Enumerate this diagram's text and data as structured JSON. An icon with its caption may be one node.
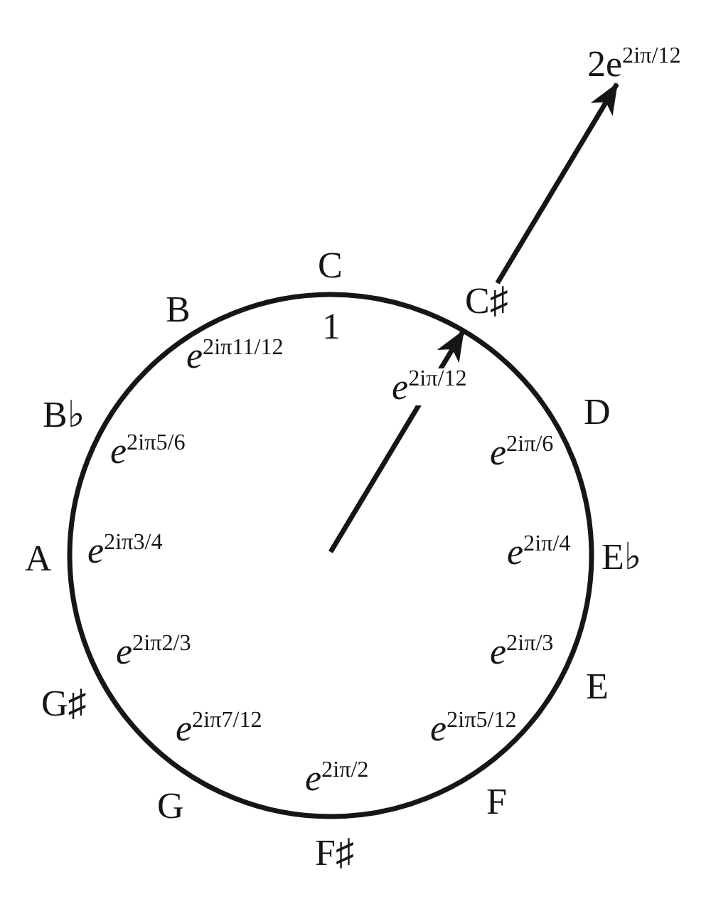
{
  "diagram": {
    "nodes": [
      {
        "text": [
          "2e$^{2iπ/12}$"
        ]
      },
      {
        "text": [
          "1",
          "*e*$^{2iπ11/12}$",
          "*e*$^{2iπ5/6}$",
          "*e*$^{2iπ/6}$",
          "*e*$^{2iπ3/4}$",
          "*e*$^{2iπ/4}$",
          "*e*$^{2iπ2/3}$",
          "*e*$^{2iπ/3}$",
          "*e*$^{2iπ7/12}$",
          "*e*$^{2iπ5/12}$",
          "*e*$^{2iπ/2}$"
        ]
      },
      {
        "text": [
          "C♯"
        ]
      }
    ],
    "edges": [
      {
        "from": null,
        "to": 1,
        "arrow": "to",
        "label": "*e*$^{2iπ/12}$"
      },
      {
        "from": 2,
        "to": 0,
        "arrow": "to"
      }
    ],
    "labels": [
      "C",
      "B",
      "B♭",
      "D",
      "A",
      "E♭",
      "G♯",
      "E",
      "G",
      "F",
      "F♯"
    ]
  }
}
